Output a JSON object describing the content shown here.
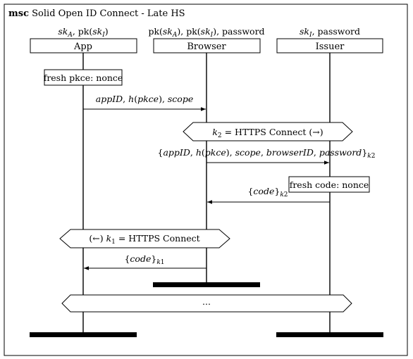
{
  "msc": {
    "keyword": "msc",
    "title": "Solid Open ID Connect - Late HS"
  },
  "participants": [
    {
      "keys_parts": [
        {
          "t": "sk",
          "it": true
        },
        {
          "t": "A",
          "sub": true,
          "it": true
        },
        {
          "t": ", pk("
        },
        {
          "t": "sk",
          "it": true
        },
        {
          "t": "I",
          "sub": true,
          "it": true
        },
        {
          "t": ")"
        }
      ],
      "name": "App"
    },
    {
      "keys_parts": [
        {
          "t": "pk("
        },
        {
          "t": "sk",
          "it": true
        },
        {
          "t": "A",
          "sub": true,
          "it": true
        },
        {
          "t": "), pk("
        },
        {
          "t": "sk",
          "it": true
        },
        {
          "t": "I",
          "sub": true,
          "it": true
        },
        {
          "t": "), password"
        }
      ],
      "name": "Browser"
    },
    {
      "keys_parts": [
        {
          "t": "sk",
          "it": true
        },
        {
          "t": "I",
          "sub": true,
          "it": true
        },
        {
          "t": ", password"
        }
      ],
      "name": "Issuer"
    }
  ],
  "actions": [
    {
      "label": "fresh pkce: nonce"
    },
    {
      "label": "fresh code: nonce"
    }
  ],
  "messages": [
    {
      "parts": [
        {
          "t": "appID",
          "it": true
        },
        {
          "t": ", "
        },
        {
          "t": "h",
          "it": true
        },
        {
          "t": "("
        },
        {
          "t": "pkce",
          "it": true
        },
        {
          "t": "), "
        },
        {
          "t": "scope",
          "it": true
        }
      ]
    },
    {
      "parts": [
        {
          "t": "{"
        },
        {
          "t": "appID",
          "it": true
        },
        {
          "t": ", "
        },
        {
          "t": "h",
          "it": true
        },
        {
          "t": "("
        },
        {
          "t": "pkce",
          "it": true
        },
        {
          "t": "), "
        },
        {
          "t": "scope",
          "it": true
        },
        {
          "t": ", "
        },
        {
          "t": "browserID",
          "it": true
        },
        {
          "t": ", "
        },
        {
          "t": "password",
          "it": true
        },
        {
          "t": "}"
        },
        {
          "t": "k",
          "sub": true,
          "it": true
        },
        {
          "t": "2",
          "sub2": true
        }
      ]
    },
    {
      "parts": [
        {
          "t": "{"
        },
        {
          "t": "code",
          "it": true
        },
        {
          "t": "}"
        },
        {
          "t": "k",
          "sub": true,
          "it": true
        },
        {
          "t": "2",
          "sub2": true
        }
      ]
    },
    {
      "parts": [
        {
          "t": "{"
        },
        {
          "t": "code",
          "it": true
        },
        {
          "t": "}"
        },
        {
          "t": "k",
          "sub": true,
          "it": true
        },
        {
          "t": "1",
          "sub2": true
        }
      ]
    }
  ],
  "conditions": [
    {
      "parts": [
        {
          "t": "k",
          "it": true
        },
        {
          "t": "2",
          "sub": true
        },
        {
          "t": " = HTTPS Connect ("
        },
        {
          "t": "→"
        },
        {
          "t": ")"
        }
      ]
    },
    {
      "parts": [
        {
          "t": "("
        },
        {
          "t": "←"
        },
        {
          "t": ") "
        },
        {
          "t": "k",
          "it": true
        },
        {
          "t": "1",
          "sub": true
        },
        {
          "t": " = HTTPS Connect"
        }
      ]
    },
    {
      "parts": [
        {
          "t": "..."
        }
      ]
    }
  ]
}
